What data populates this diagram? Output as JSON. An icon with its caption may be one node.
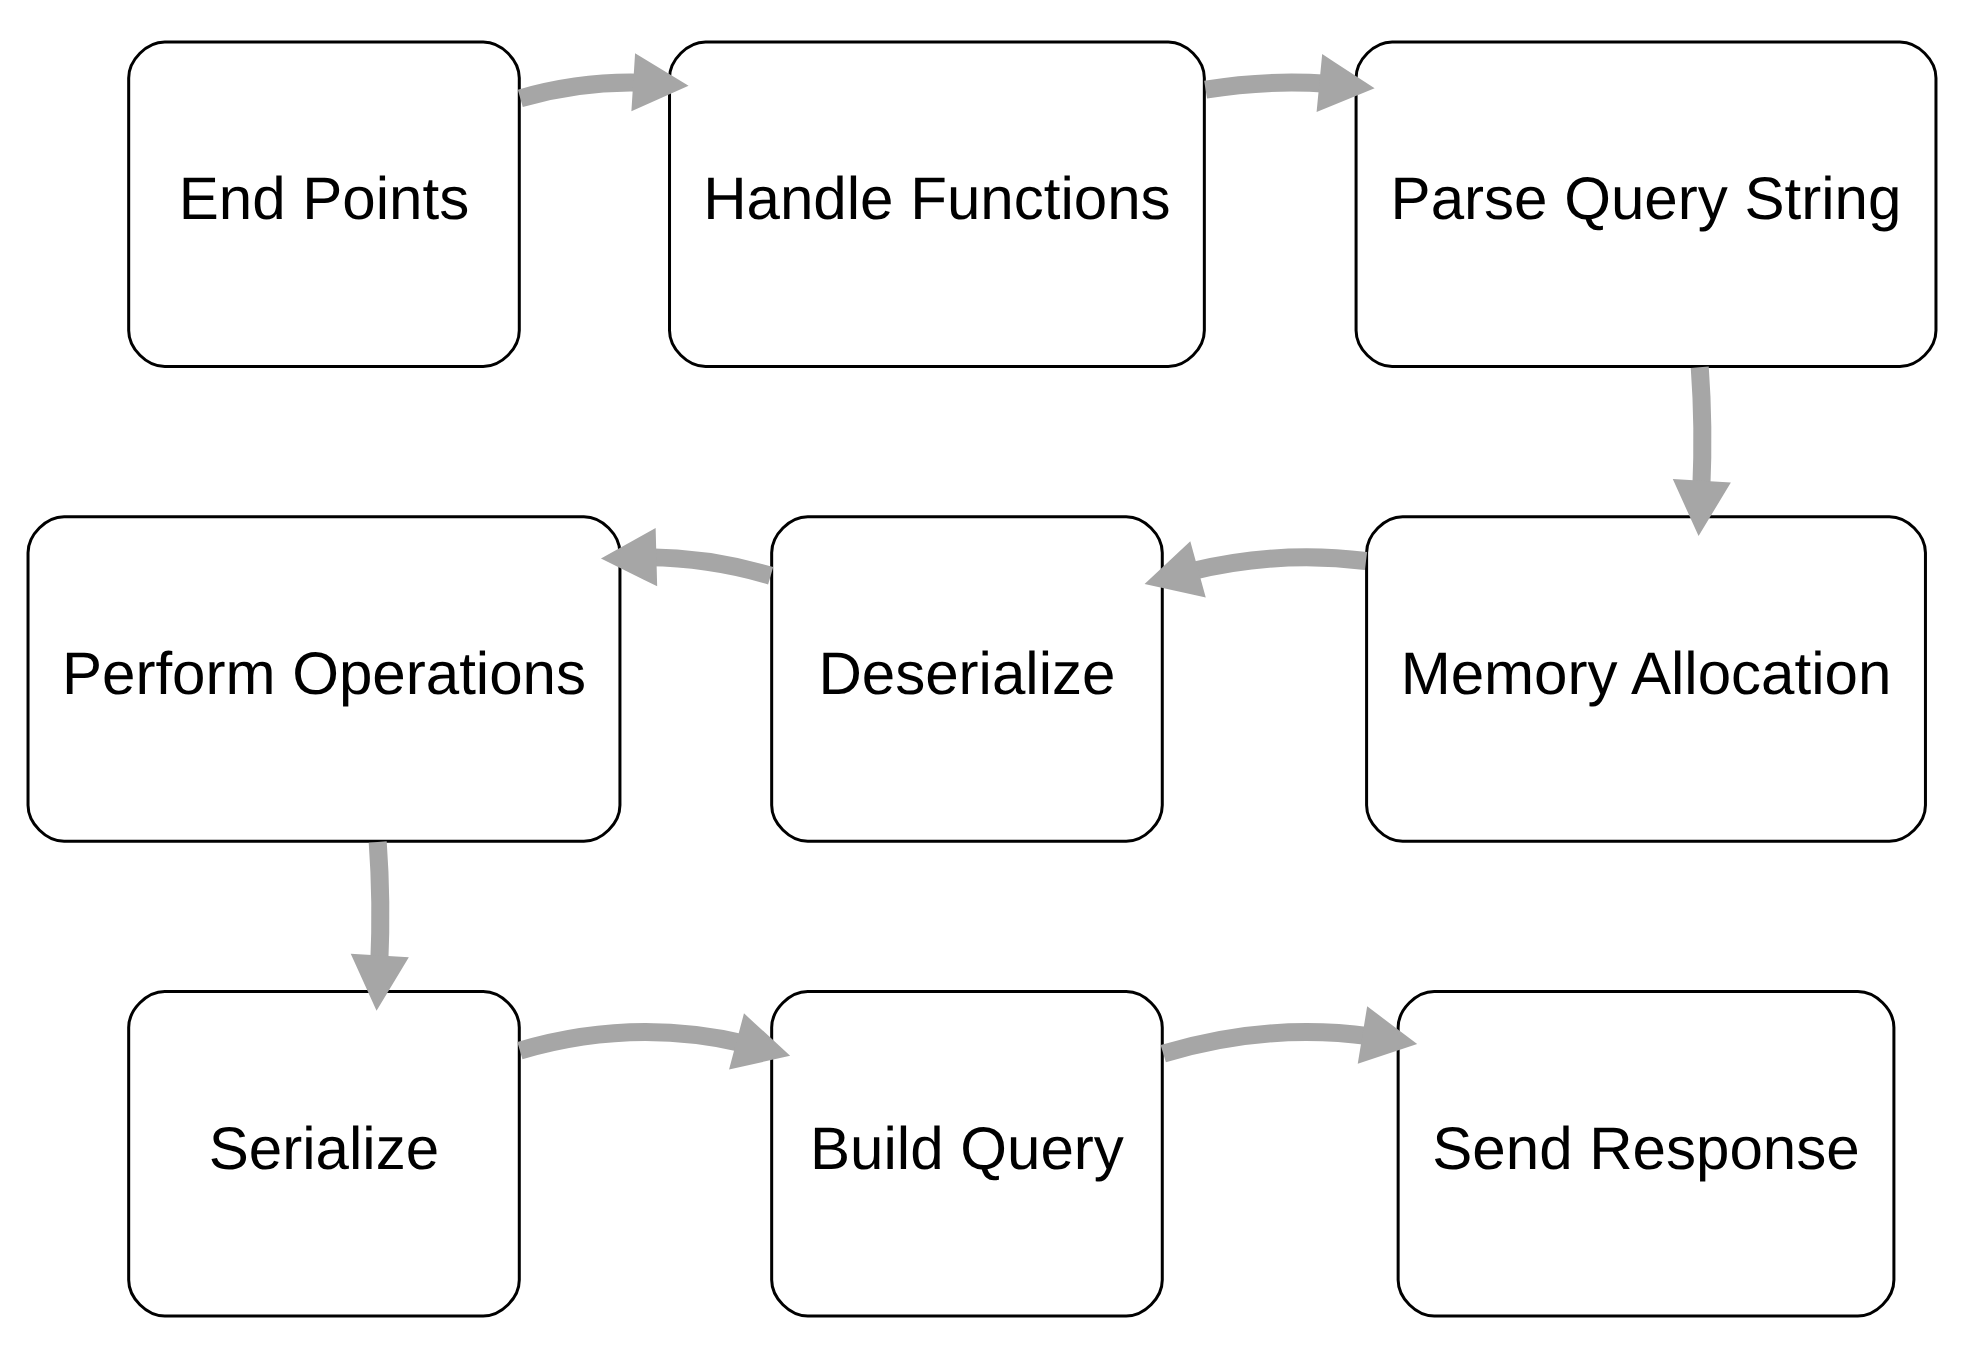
{
  "diagram": {
    "nodes": [
      {
        "text": [
          "End Points"
        ]
      },
      {
        "text": [
          "Handle Functions"
        ]
      },
      {
        "text": [
          "Parse Query String"
        ]
      },
      {
        "text": [
          "Memory Allocation"
        ]
      },
      {
        "text": [
          "Deserialize"
        ]
      },
      {
        "text": [
          "Perform Operations"
        ]
      },
      {
        "text": [
          "Serialize"
        ]
      },
      {
        "text": [
          "Build Query"
        ]
      },
      {
        "text": [
          "Send Response"
        ]
      }
    ],
    "edges": [
      {
        "from": 0,
        "to": 1,
        "arrow": "to"
      },
      {
        "from": 1,
        "to": 2,
        "arrow": "to"
      },
      {
        "from": 2,
        "to": 3,
        "arrow": "to"
      },
      {
        "from": 3,
        "to": 4,
        "arrow": "to"
      },
      {
        "from": 4,
        "to": 5,
        "arrow": "to"
      },
      {
        "from": 5,
        "to": 6,
        "arrow": "to"
      },
      {
        "from": 6,
        "to": 7,
        "arrow": "to"
      },
      {
        "from": 7,
        "to": 8,
        "arrow": "to"
      }
    ]
  }
}
